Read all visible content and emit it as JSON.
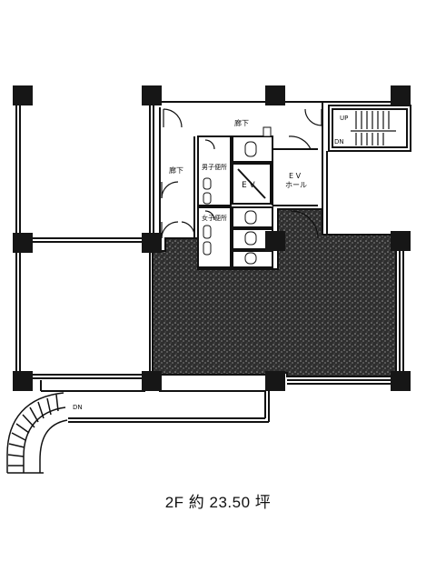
{
  "caption": "2F 約 23.50 坪",
  "labels": {
    "corridor_top": "廊下",
    "corridor_left": "廊下",
    "mens_toilet": "男子便所",
    "womens_toilet": "女子便所",
    "elevator": "E V",
    "ev_hall_line1": "E V",
    "ev_hall_line2": "ホール",
    "stair_up": "UP",
    "stair_dn": "DN",
    "outer_stair_dn": "DN"
  },
  "colors": {
    "line": "#111111",
    "column": "#161616",
    "floor_dot": "#3a3a3a"
  }
}
